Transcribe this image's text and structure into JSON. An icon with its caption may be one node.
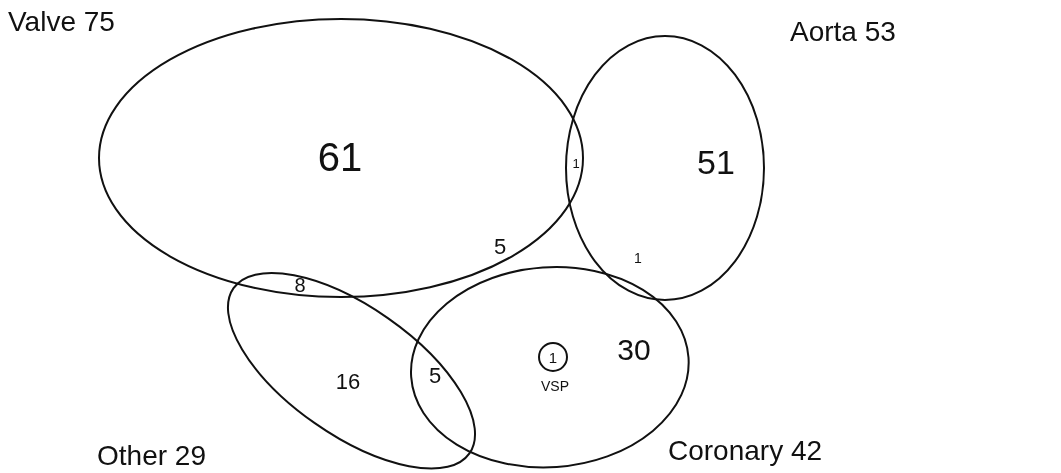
{
  "diagram": {
    "nodes": [
      {
        "text": [
          "Valve 75"
        ]
      },
      {
        "text": [
          "Aorta 53"
        ]
      },
      {
        "text": [
          "Other 29"
        ]
      },
      {
        "text": [
          "Coronary 42"
        ]
      },
      {
        "text": [
          "1"
        ],
        "beside": [
          "VSP"
        ],
        "in": 3
      }
    ],
    "edges": [],
    "labels": [
      "61",
      "1",
      "51",
      "5",
      "1",
      "8",
      "30",
      "16",
      "5"
    ]
  }
}
